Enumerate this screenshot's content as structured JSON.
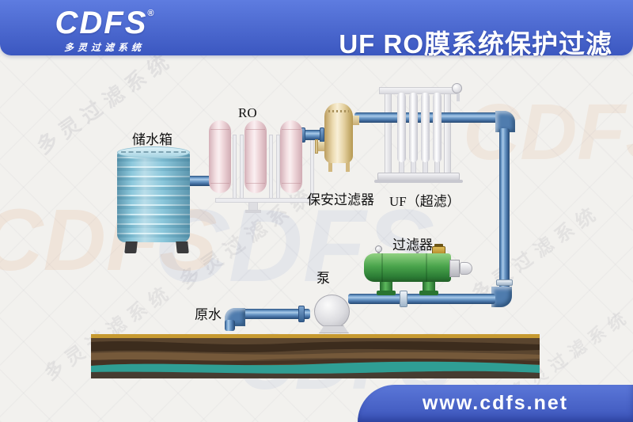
{
  "header": {
    "brand": "CDFS",
    "registered": "®",
    "brand_subtitle": "多灵过滤系统",
    "title": "UF RO膜系统保护过滤"
  },
  "diagram": {
    "labels": {
      "storage_tank": "储水箱",
      "ro_membrane": "RO",
      "security_filter": "保安过滤器",
      "uf_module": "UF（超滤）",
      "filter": "过滤器",
      "pump": "泵",
      "raw_water": "原水"
    }
  },
  "watermark": {
    "brand": "CDFS",
    "text": "多灵过滤系统"
  },
  "footer": {
    "website": "www.cdfs.net"
  },
  "colors": {
    "header_top": "#5e7ce0",
    "header_bottom": "#3b57c0",
    "ribbon_top": "#5b77d8",
    "ribbon_bottom": "#3c55bb",
    "pipe_blue": "#4a7ab8",
    "tank_cyan": "#8ecade",
    "ro_pink": "#f2dcdf",
    "vessel_beige": "#ecd9ae",
    "filter_green": "#3f9b46",
    "brass": "#c39c38",
    "water_blue": "#2d9fce",
    "ground_brown": "#5a452f",
    "ground_mustard": "#c79a31",
    "aquifer_teal": "#2f9e94",
    "bg": "#f2f1ee",
    "label_color": "#111111"
  }
}
